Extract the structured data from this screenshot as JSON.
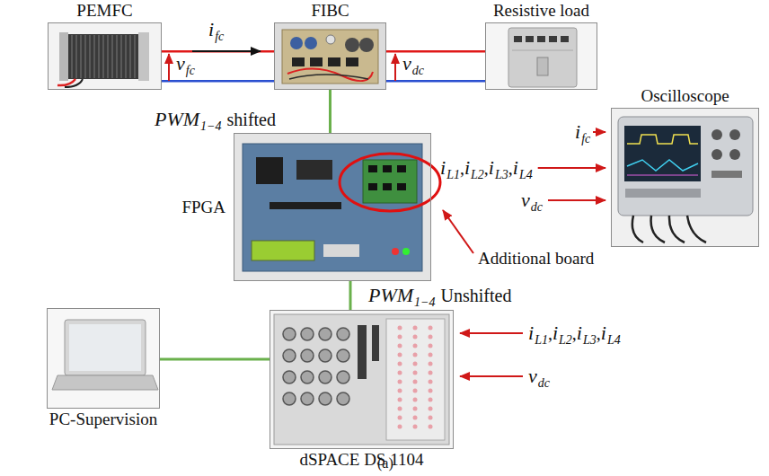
{
  "diagram": {
    "caption": "(a)",
    "nodes": [
      {
        "text": [
          "PEMFC"
        ]
      },
      {
        "text": [
          "FIBC"
        ]
      },
      {
        "text": [
          "Resistive load"
        ]
      },
      {
        "text": [
          "FPGA"
        ]
      },
      {
        "text": [
          "Oscilloscope"
        ]
      },
      {
        "text": [
          "dSPACE DS 1104"
        ]
      },
      {
        "text": [
          "PC-Supervision"
        ]
      }
    ],
    "edges": [
      {
        "from": 0,
        "to": 1,
        "arrow": "none"
      },
      {
        "from": 1,
        "to": 2,
        "arrow": "none"
      },
      {
        "from": 3,
        "to": 1,
        "arrow": "none"
      },
      {
        "from": 5,
        "to": 3,
        "arrow": "none"
      },
      {
        "from": 6,
        "to": 5,
        "arrow": "none"
      }
    ],
    "labels": [
      "i",
      "fc",
      "v",
      "fc",
      "v",
      "dc",
      "PWM",
      "1−4",
      "shifted",
      "i",
      "fc",
      "i",
      "L1",
      ",",
      "i",
      "L2",
      ",",
      "i",
      "L3",
      ",",
      "i",
      "L4",
      "v",
      "dc",
      "Additional board",
      "PWM",
      "1−4",
      "Unshifted",
      "i",
      "L1",
      ",",
      "i",
      "L2",
      ",",
      "i",
      "L3",
      ",",
      "i",
      "L4",
      "v",
      "dc"
    ]
  }
}
